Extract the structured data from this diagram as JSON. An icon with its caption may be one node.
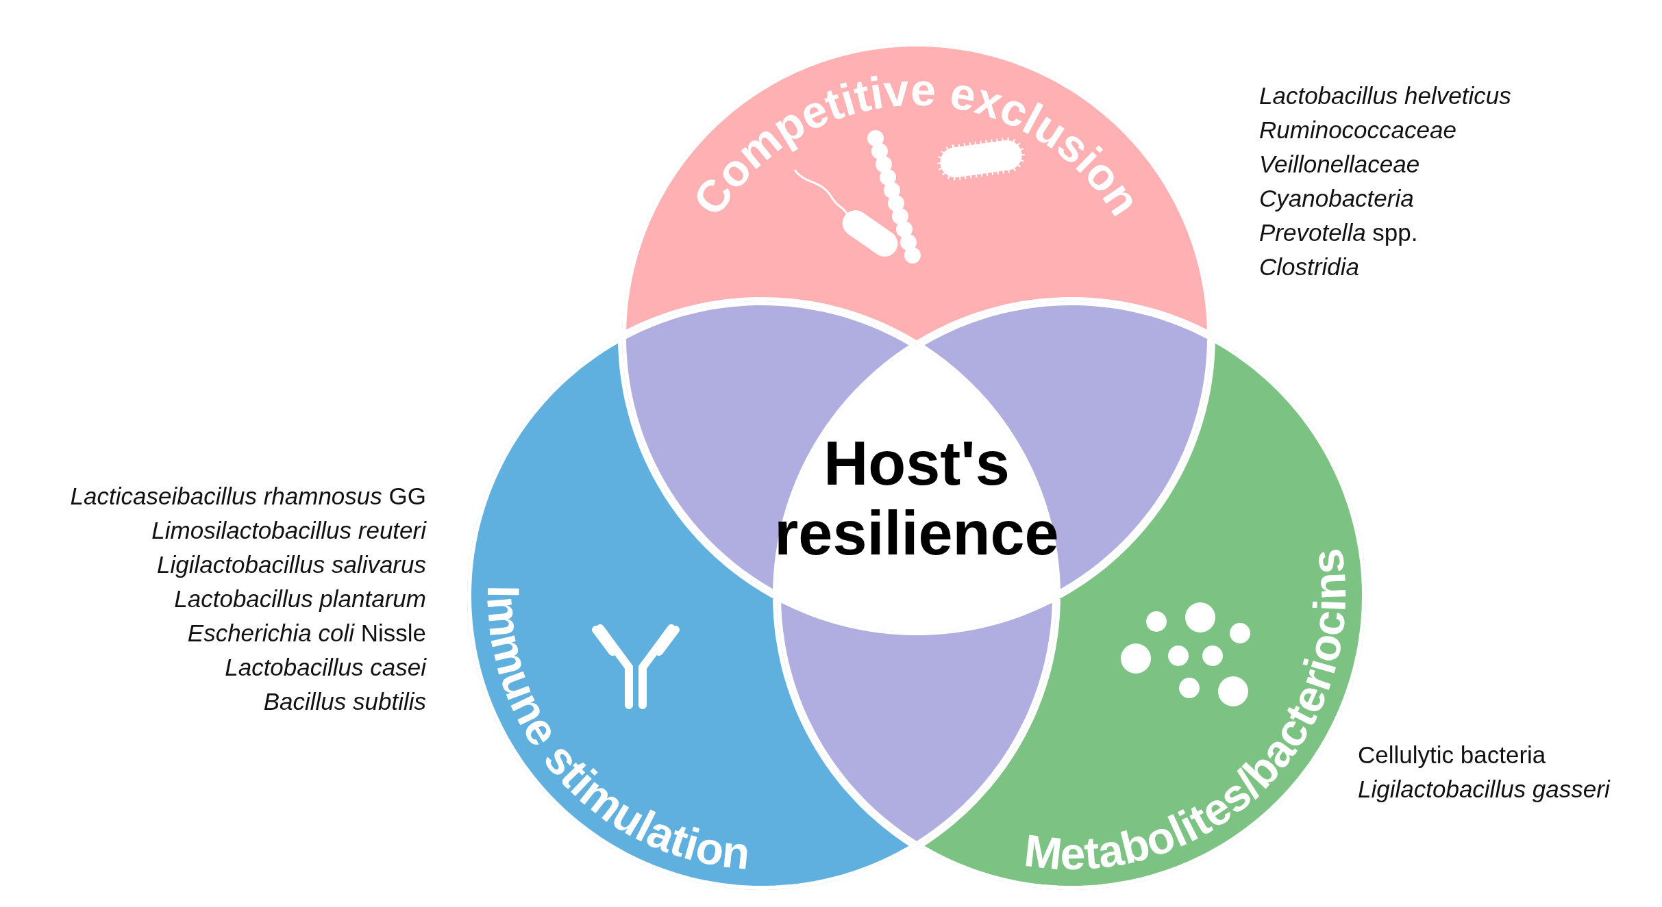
{
  "diagram": {
    "nodes": [
      {
        "text": [
          "Competitive exclusion"
        ],
        "beside": [
          "*Lactobacillus helveticus*",
          "*Ruminococcaceae*",
          "*Veillonellaceae*",
          "*Cyanobacteria*",
          "*Prevotella* spp.",
          "*Clostridia*"
        ]
      },
      {
        "text": [
          "Immune stimulation"
        ],
        "beside": [
          "*Lacticaseibacillus rhamnosus* GG",
          "*Limosilactobacillus reuteri*",
          "*Ligilactobacillus salivarus*",
          "*Lactobacillus plantarum*",
          "*Escherichia coli* Nissle",
          "*Lactobacillus casei*",
          "*Bacillus subtilis*"
        ]
      },
      {
        "text": [
          "Metabolites/bacteriocins"
        ],
        "beside": [
          "Cellulytic bacteria",
          "*Ligilactobacillus gasseri*"
        ]
      },
      {
        "text": [
          "Host's resilience"
        ]
      },
      {
        "text": [],
        "shape": "lens"
      },
      {
        "text": [],
        "shape": "lens"
      },
      {
        "text": [],
        "shape": "lens"
      }
    ],
    "edges": []
  }
}
